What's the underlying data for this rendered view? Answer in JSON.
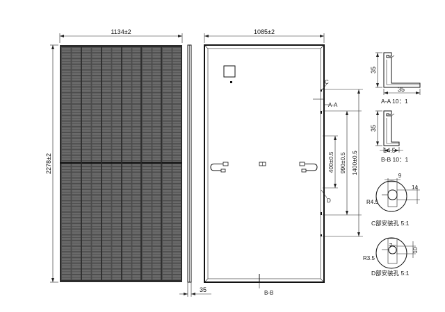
{
  "front_view": {
    "width_label": "1134±2",
    "height_label": "2278±2"
  },
  "side_view": {
    "thickness_label": "35"
  },
  "back_view": {
    "width_label": "1085±2",
    "dim_400": "400±0.5",
    "dim_990": "990±0.5",
    "dim_1400": "1400±0.5",
    "label_c": "C",
    "label_aa": "A-A",
    "label_d": "D",
    "label_bb": "B-B"
  },
  "section_aa": {
    "height": "35",
    "width": "35",
    "caption": "A-A 10：1"
  },
  "section_bb": {
    "height": "35",
    "width": "14.5",
    "caption": "B-B 10：1"
  },
  "detail_c": {
    "dim_top": "9",
    "dim_right": "14",
    "radius": "R4.5",
    "caption": "C部安装孔  5:1"
  },
  "detail_d": {
    "dim_top": "7",
    "dim_right": "10",
    "radius": "R3.5",
    "caption": "D部安装孔  5:1"
  }
}
